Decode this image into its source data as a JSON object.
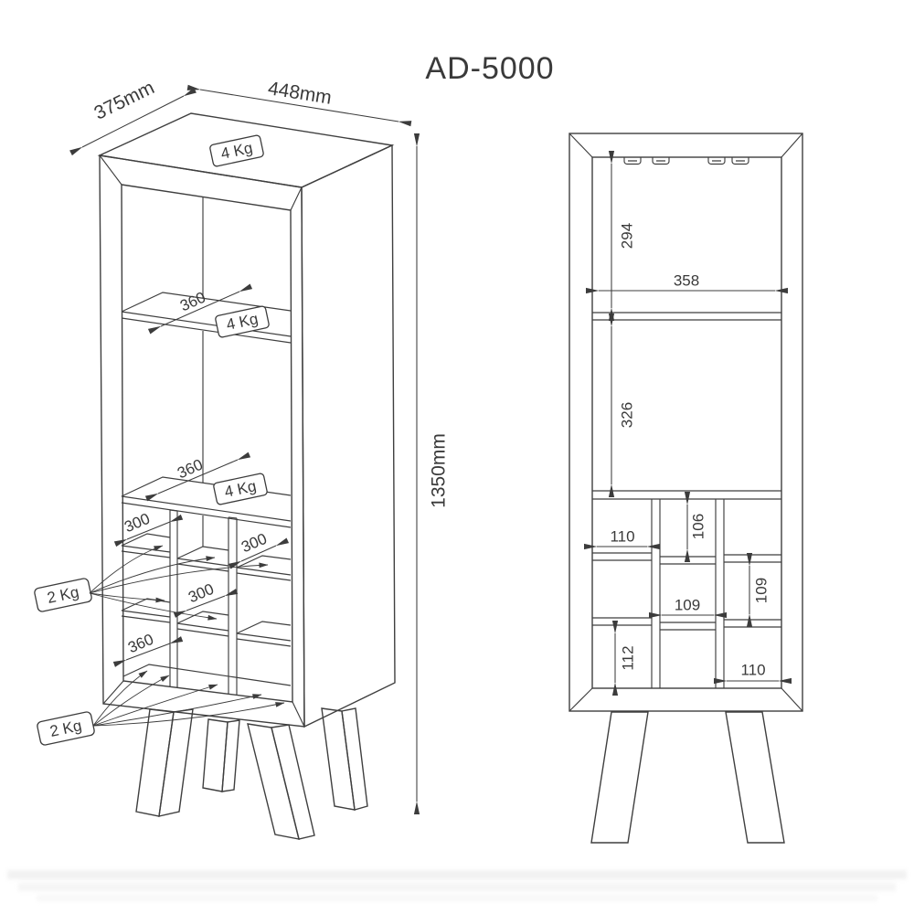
{
  "title": "AD-5000",
  "colors": {
    "line": "#3c3c3c",
    "background": "#ffffff"
  },
  "perspective_view": {
    "dimensions": {
      "depth": "375mm",
      "width": "448mm",
      "height": "1350mm",
      "shelf_top_depth": "360",
      "shelf_mid_depth": "360",
      "rack_cell_1": "300",
      "rack_cell_2": "300",
      "rack_cell_3": "300",
      "rack_bottom_depth": "360"
    },
    "load_tags": {
      "top_panel": "4 Kg",
      "shelf_top": "4 Kg",
      "shelf_mid": "4 Kg",
      "rack_upper": "2 Kg",
      "rack_lower": "2 Kg"
    }
  },
  "front_view": {
    "dimensions": {
      "upper_section_height": "294",
      "inner_width": "358",
      "middle_section_height": "326",
      "cell_top_left_width": "110",
      "cell_top_mid_height": "106",
      "cell_mid_width": "109",
      "cell_mid_right_height": "109",
      "cell_bottom_left_height": "112",
      "cell_bottom_right_width": "110"
    }
  }
}
